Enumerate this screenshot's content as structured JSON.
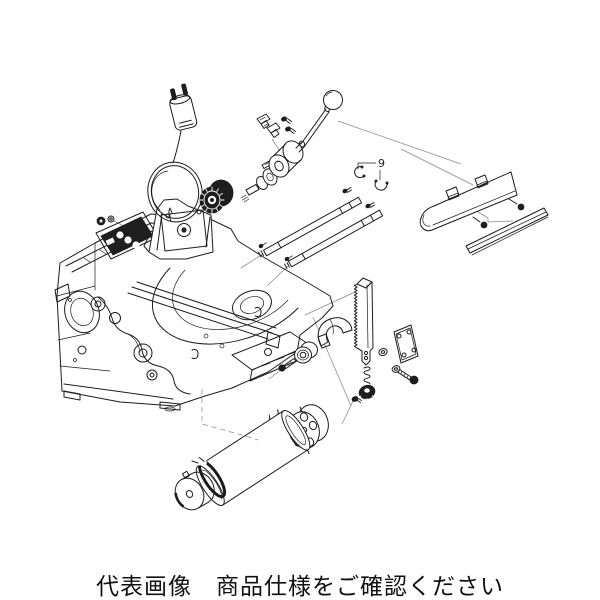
{
  "colors": {
    "background": "#ffffff",
    "line": "#1c1c1c",
    "dark_fill": "#1e1e1e",
    "guide_line": "#8a8a8a",
    "caption_text": "#111111"
  },
  "diagram": {
    "kind": "exploded-parts-line-drawing",
    "subject": "pipe-threading-machine",
    "callouts": [
      {
        "text": "9"
      }
    ]
  },
  "caption": {
    "text": "代表画像　商品仕様をご確認ください"
  }
}
